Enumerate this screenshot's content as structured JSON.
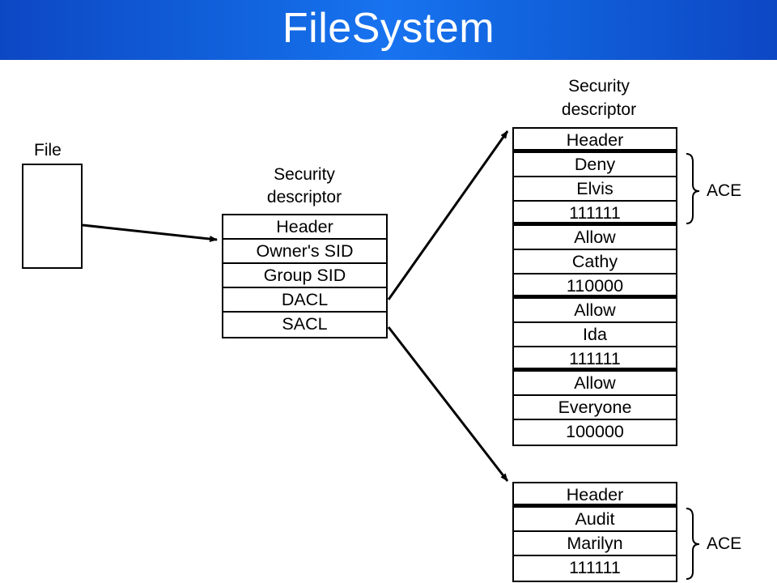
{
  "title": "FileSystem",
  "file": {
    "label": "File"
  },
  "security_descriptor": {
    "label_line1": "Security",
    "label_line2": "descriptor",
    "fields": [
      "Header",
      "Owner's SID",
      "Group SID",
      "DACL",
      "SACL"
    ]
  },
  "dacl": {
    "label_line1": "Security",
    "label_line2": "descriptor",
    "rows": [
      "Header",
      "Deny",
      "Elvis",
      "111111",
      "Allow",
      "Cathy",
      "110000",
      "Allow",
      "Ida",
      "111111",
      "Allow",
      "Everyone",
      "100000"
    ],
    "ace_label": "ACE"
  },
  "sacl": {
    "rows": [
      "Header",
      "Audit",
      "Marilyn",
      "111111"
    ],
    "ace_label": "ACE"
  }
}
